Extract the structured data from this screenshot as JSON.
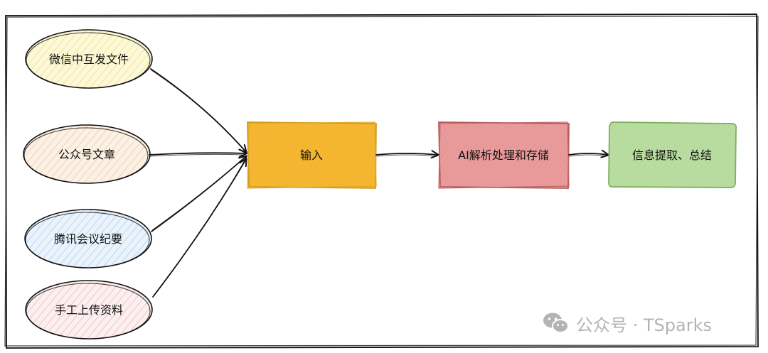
{
  "diagram": {
    "sources": [
      {
        "label": "微信中互发文件",
        "fill": "#fdf9d8",
        "hatch": "#e8dc7a"
      },
      {
        "label": "公众号文章",
        "fill": "#fbf1e4",
        "hatch": "#e8c9a0"
      },
      {
        "label": "腾讯会议纪要",
        "fill": "#eaf3fb",
        "hatch": "#a9c8e6"
      },
      {
        "label": "手工上传资料",
        "fill": "#fcefef",
        "hatch": "#e9b3b3"
      }
    ],
    "input_box": {
      "label": "输入",
      "fill": "#f5b731",
      "stroke": "#d49a1f"
    },
    "process_box": {
      "label": "AI解析处理和存储",
      "fill": "#e99a9a",
      "stroke": "#b85b5b"
    },
    "output_box": {
      "label": "信息提取、总结",
      "fill": "#b9dca0",
      "stroke": "#7fae5f"
    }
  },
  "watermark": {
    "text": "公众号 · TSparks",
    "icon": "wechat-icon"
  }
}
